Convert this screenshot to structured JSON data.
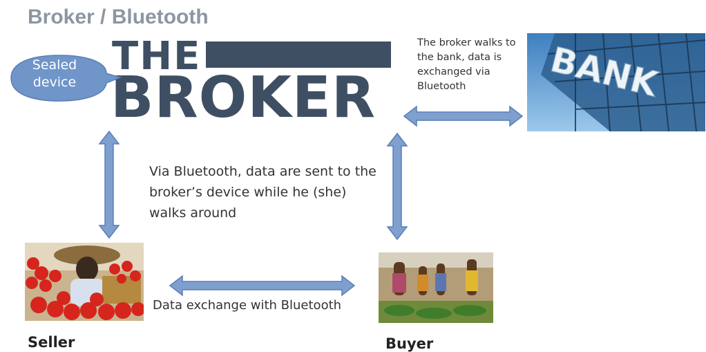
{
  "header": {
    "title": "Broker / Bluetooth"
  },
  "logo": {
    "the": "THE",
    "broker": "BROKER"
  },
  "bubble": {
    "label": "Sealed device"
  },
  "notes": {
    "bank": "The broker walks to the bank, data is exchanged via Bluetooth",
    "center": "Via Bluetooth, data are sent to the broker’s device while he (she) walks around",
    "exchange": "Data exchange with Bluetooth"
  },
  "bank_image": {
    "sign": "BANK"
  },
  "labels": {
    "seller": "Seller",
    "buyer": "Buyer"
  },
  "colors": {
    "arrow_fill": "#7f9fcf",
    "arrow_stroke": "#5a7fb5",
    "logo": "#3f4f63",
    "title": "#8c96a3",
    "bubble": "#6f95c9"
  }
}
